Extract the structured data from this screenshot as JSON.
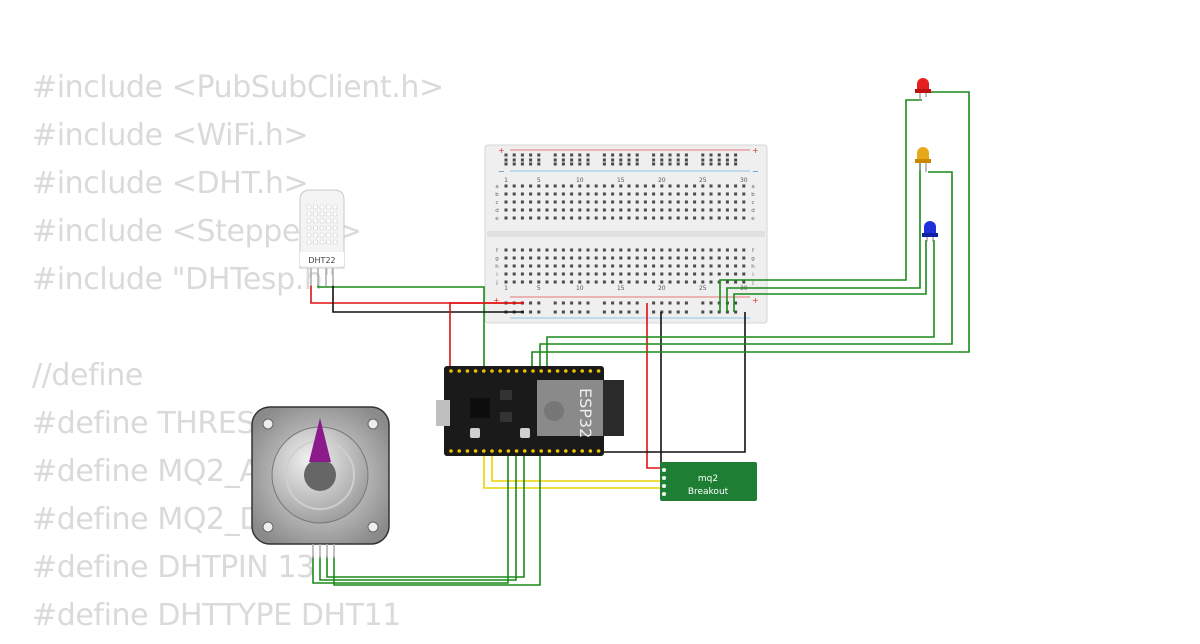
{
  "code_lines": [
    "#include <PubSubClient.h>",
    "#include <WiFi.h>",
    "#include <DHT.h>",
    "#include <Stepper.h>",
    "#include \"DHTesp.h\"",
    "",
    "//define",
    "#define THRESHOLD 45",
    "#define MQ2_A",
    "#define MQ2_D",
    "#define DHTPIN 13",
    "#define DHTTYPE DHT11"
  ],
  "components": {
    "dht": "DHT22",
    "esp32": "ESP32",
    "mq2_line1": "mq2",
    "mq2_line2": "Breakout"
  },
  "breadboard": {
    "columns": [
      "1",
      "5",
      "10",
      "15",
      "20",
      "25",
      "30"
    ],
    "rows_top": [
      "a",
      "b",
      "c",
      "d",
      "e"
    ],
    "rows_bottom": [
      "f",
      "g",
      "h",
      "i",
      "j"
    ],
    "plus": "+",
    "minus": "−"
  },
  "colors": {
    "wire_green": "#1a8a1a",
    "wire_red": "#e01010",
    "wire_black": "#111111",
    "wire_yellow": "#e8d400",
    "led_red": "#e42020",
    "led_yellow": "#e8a81c",
    "led_blue": "#2030d8",
    "mq2_board": "#1e7e34",
    "stepper_pointer": "#8b1a8b"
  },
  "icons": [
    "microchip-icon",
    "stepper-motor-icon",
    "led-icon",
    "sensor-icon"
  ]
}
